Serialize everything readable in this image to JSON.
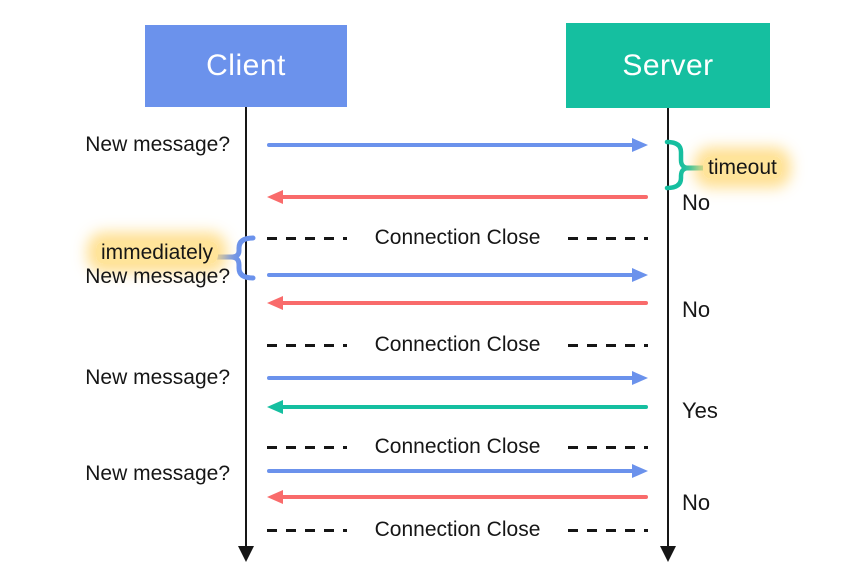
{
  "diagram_type": "sequence-diagram-long-polling",
  "actors": [
    {
      "name": "Client",
      "color": "#6b92ec"
    },
    {
      "name": "Server",
      "color": "#15bfa0"
    }
  ],
  "annotations": {
    "timeout": "timeout",
    "immediately": "immediately",
    "highlight_color": "#ffe49a",
    "timeout_brace_color": "#15bfa0",
    "immediately_brace_color": "#6b92ec"
  },
  "exchanges": [
    {
      "request": "New message?",
      "response": "No",
      "close": "Connection Close"
    },
    {
      "request": "New message?",
      "response": "No",
      "close": "Connection Close"
    },
    {
      "request": "New message?",
      "response": "Yes",
      "close": "Connection Close"
    },
    {
      "request": "New message?",
      "response": "No",
      "close": "Connection Close"
    }
  ],
  "colors": {
    "request_arrow": "#6b92ec",
    "response_no_arrow": "#f96b6b",
    "response_yes_arrow": "#15bfa0",
    "lifeline": "#161616",
    "text": "#161616"
  }
}
